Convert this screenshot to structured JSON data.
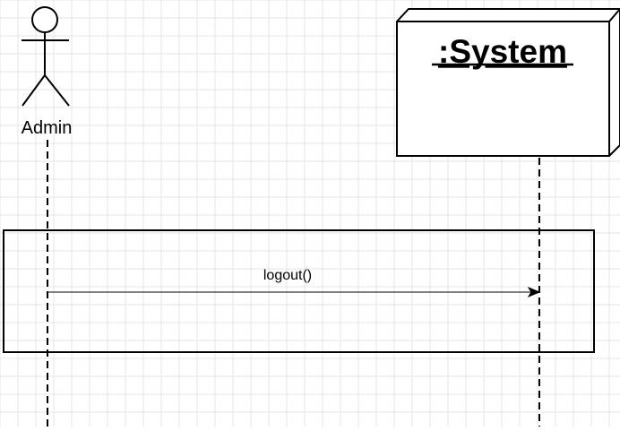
{
  "diagram": {
    "actor": {
      "label": "Admin"
    },
    "system": {
      "label": ":System"
    },
    "message": {
      "label": "logout()"
    }
  },
  "colors": {
    "background": "#ffffff",
    "grid": "#e6e6e6",
    "ink": "#000000"
  }
}
